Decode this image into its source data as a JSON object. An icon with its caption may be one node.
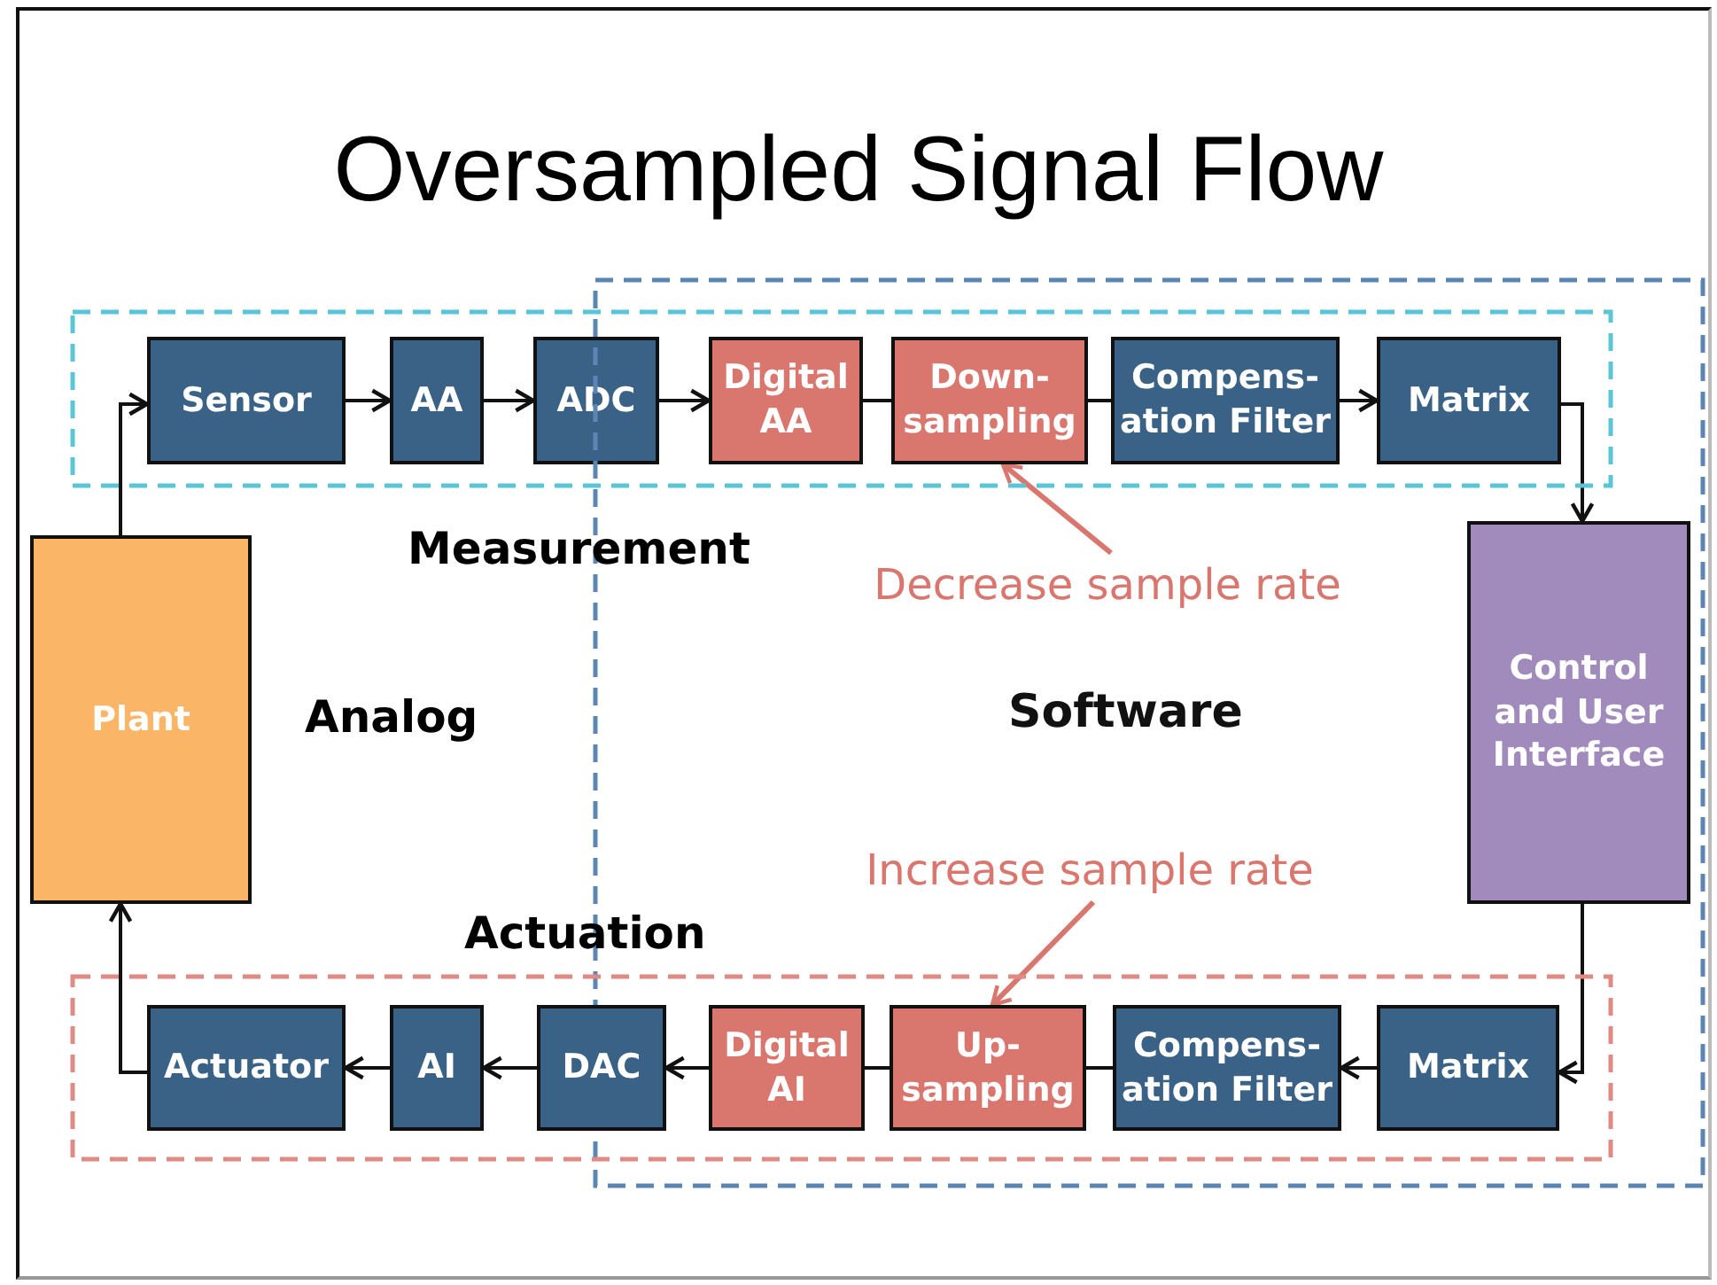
{
  "diagram": {
    "title": "Oversampled Signal Flow",
    "nodes": [
      {
        "text": [],
        "shape": "box"
      },
      {
        "text": [
          "Software"
        ]
      },
      {
        "text": [
          "Sensor"
        ],
        "in": 0
      },
      {
        "text": [
          "AA"
        ],
        "in": 0
      },
      {
        "text": [
          "ADC"
        ],
        "in": 0
      },
      {
        "text": [
          "Digital AA"
        ]
      },
      {
        "text": [
          "Down- sampling"
        ]
      },
      {
        "text": [
          "Compens- ation Filter"
        ]
      },
      {
        "text": [
          "Matrix"
        ]
      },
      {
        "text": [
          "Plant"
        ]
      },
      {
        "text": [
          "Control and User Interface"
        ],
        "in": 1
      },
      {
        "text": [
          "Decrease sample rate"
        ],
        "in": 1
      },
      {
        "text": [
          "Increase sample rate"
        ],
        "in": 1
      },
      {
        "text": [],
        "shape": "box"
      },
      {
        "text": [
          "Actuator"
        ],
        "in": 13
      },
      {
        "text": [
          "AI"
        ],
        "in": 13
      },
      {
        "text": [
          "DAC"
        ],
        "in": 13
      },
      {
        "text": [
          "Digital AI"
        ]
      },
      {
        "text": [
          "Up- sampling"
        ]
      },
      {
        "text": [
          "Compens- ation Filter"
        ]
      },
      {
        "text": [
          "Matrix"
        ]
      }
    ],
    "edges": [
      {
        "from": 9,
        "to": 2,
        "arrow": "to"
      },
      {
        "from": 2,
        "to": 3,
        "arrow": "to"
      },
      {
        "from": 3,
        "to": 4,
        "arrow": "to"
      },
      {
        "from": 4,
        "to": 5,
        "arrow": "to"
      },
      {
        "from": 5,
        "to": 6,
        "arrow": "none"
      },
      {
        "from": 6,
        "to": 7,
        "arrow": "none"
      },
      {
        "from": 7,
        "to": 8,
        "arrow": "to"
      },
      {
        "from": 8,
        "to": 10,
        "arrow": "to"
      },
      {
        "from": 10,
        "to": 20,
        "arrow": "to"
      },
      {
        "from": 20,
        "to": 19,
        "arrow": "to"
      },
      {
        "from": 19,
        "to": 18,
        "arrow": "none"
      },
      {
        "from": 18,
        "to": 17,
        "arrow": "none"
      },
      {
        "from": 17,
        "to": 16,
        "arrow": "to"
      },
      {
        "from": 16,
        "to": 15,
        "arrow": "to"
      },
      {
        "from": 15,
        "to": 14,
        "arrow": "to"
      },
      {
        "from": 14,
        "to": 9,
        "arrow": "to"
      },
      {
        "from": 11,
        "to": 6,
        "arrow": "to",
        "color": "#d9776e"
      },
      {
        "from": 12,
        "to": 18,
        "arrow": "to",
        "color": "#d9776e"
      }
    ],
    "labels": [
      "Measurement",
      "Analog",
      "Actuation"
    ]
  }
}
